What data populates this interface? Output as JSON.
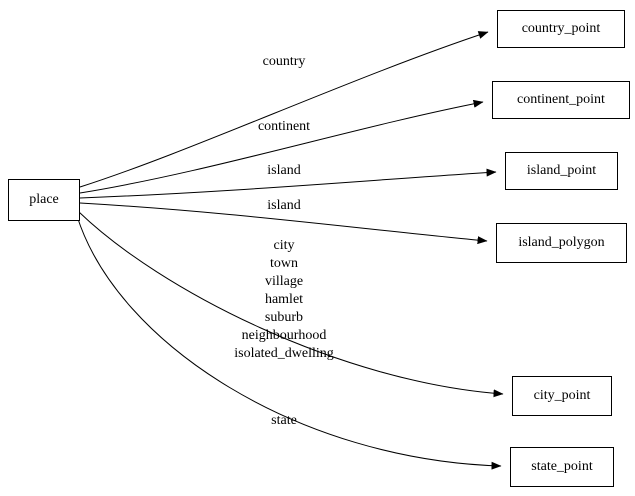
{
  "diagram": {
    "type": "directed-graph",
    "background_color": "#ffffff",
    "edge_color": "#000000",
    "node_border_color": "#000000",
    "text_color": "#000000",
    "nodes": [
      {
        "id": "place",
        "label": "place"
      },
      {
        "id": "country_point",
        "label": "country_point"
      },
      {
        "id": "continent_point",
        "label": "continent_point"
      },
      {
        "id": "island_point",
        "label": "island_point"
      },
      {
        "id": "island_polygon",
        "label": "island_polygon"
      },
      {
        "id": "city_point",
        "label": "city_point"
      },
      {
        "id": "state_point",
        "label": "state_point"
      }
    ],
    "edges": [
      {
        "from": "place",
        "to": "country_point",
        "label": "country"
      },
      {
        "from": "place",
        "to": "continent_point",
        "label": "continent"
      },
      {
        "from": "place",
        "to": "island_point",
        "label": "island"
      },
      {
        "from": "place",
        "to": "island_polygon",
        "label": "island"
      },
      {
        "from": "place",
        "to": "city_point",
        "label": "city\ntown\nvillage\nhamlet\nsuburb\nneighbourhood\nisolated_dwelling"
      },
      {
        "from": "place",
        "to": "state_point",
        "label": "state"
      }
    ]
  }
}
